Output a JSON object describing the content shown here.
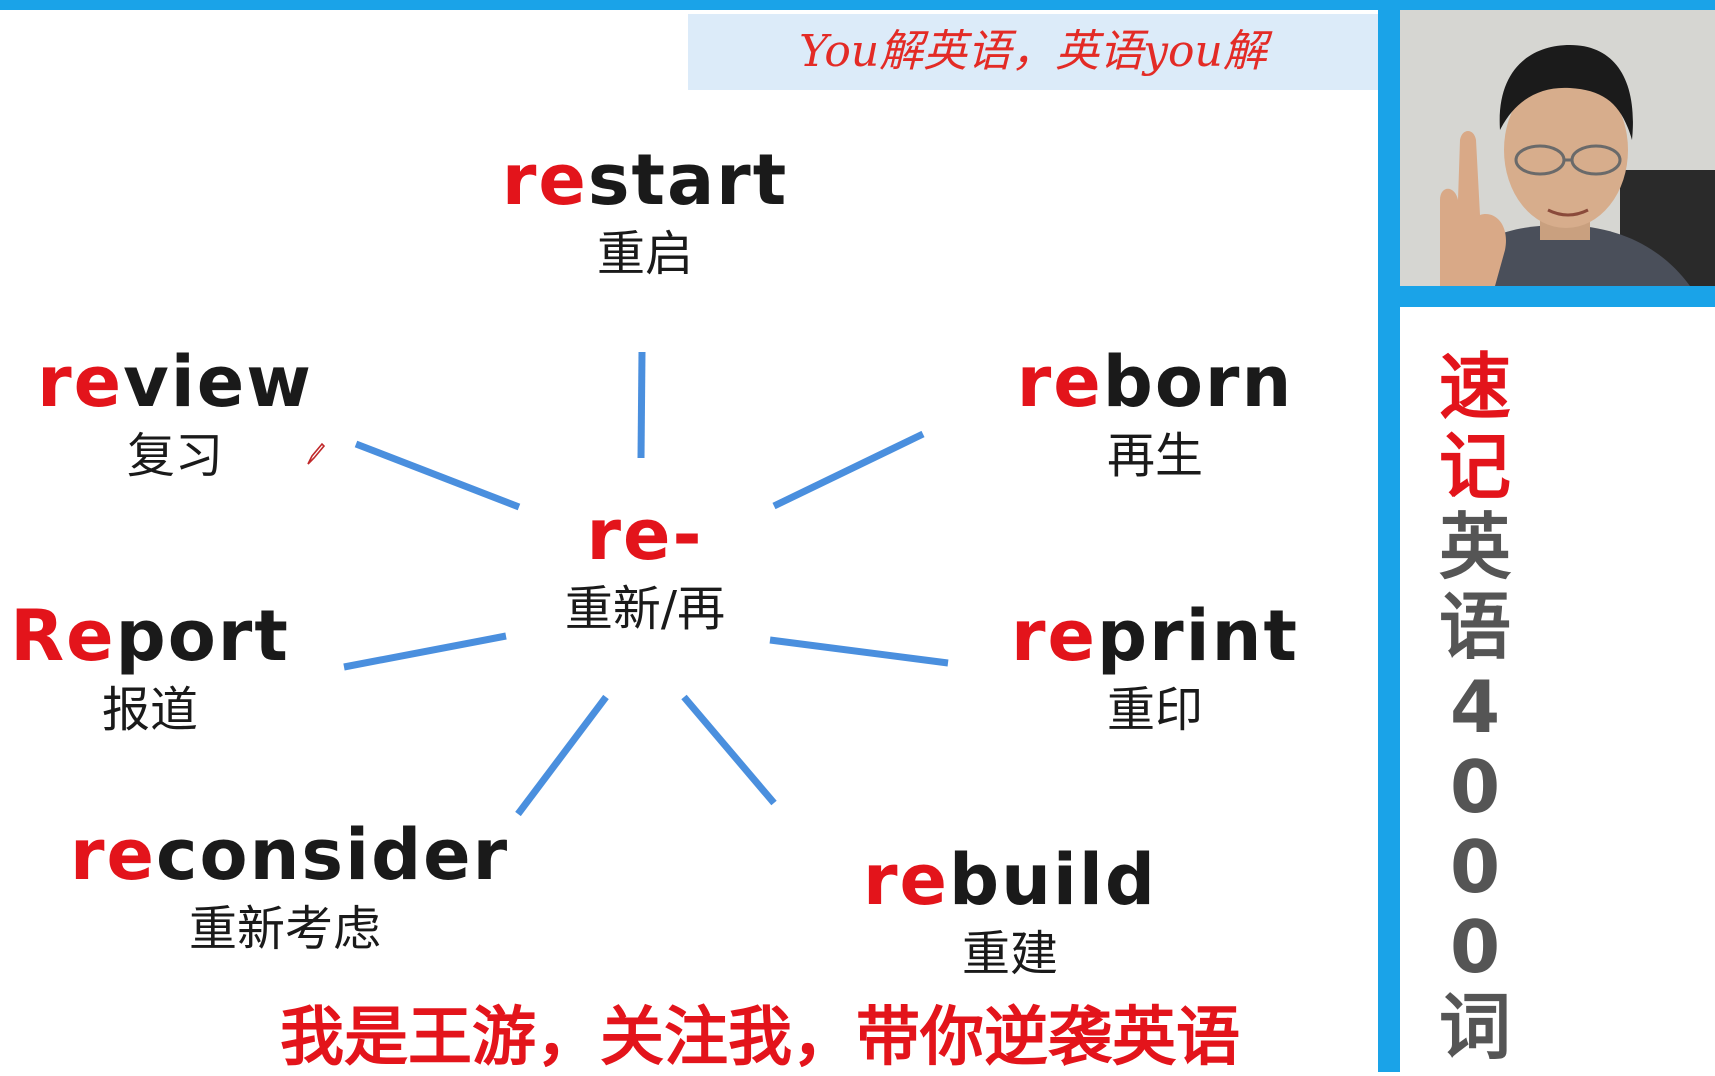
{
  "header": {
    "slogan": "You解英语，英语you解"
  },
  "center": {
    "prefix": "re-",
    "meaning": "重新/再"
  },
  "words": [
    {
      "prefix": "re",
      "rest": "start",
      "meaning": "重启"
    },
    {
      "prefix": "re",
      "rest": "view",
      "meaning": "复习"
    },
    {
      "prefix": "re",
      "rest": "born",
      "meaning": "再生"
    },
    {
      "prefix": "Re",
      "rest": "port",
      "meaning": "报道"
    },
    {
      "prefix": "re",
      "rest": "print",
      "meaning": "重印"
    },
    {
      "prefix": "re",
      "rest": "consider",
      "meaning": "重新考虑"
    },
    {
      "prefix": "re",
      "rest": "build",
      "meaning": "重建"
    }
  ],
  "footer": {
    "slogan": "我是王游，关注我，带你逆袭英语"
  },
  "sidebar": {
    "title_red": [
      "速",
      "记"
    ],
    "title_grey": [
      "英",
      "语",
      "4",
      "0",
      "0",
      "0",
      "词"
    ]
  },
  "colors": {
    "accent": "#1aa3e8",
    "prefix_red": "#e3141b",
    "line_blue": "#4a8fde"
  }
}
